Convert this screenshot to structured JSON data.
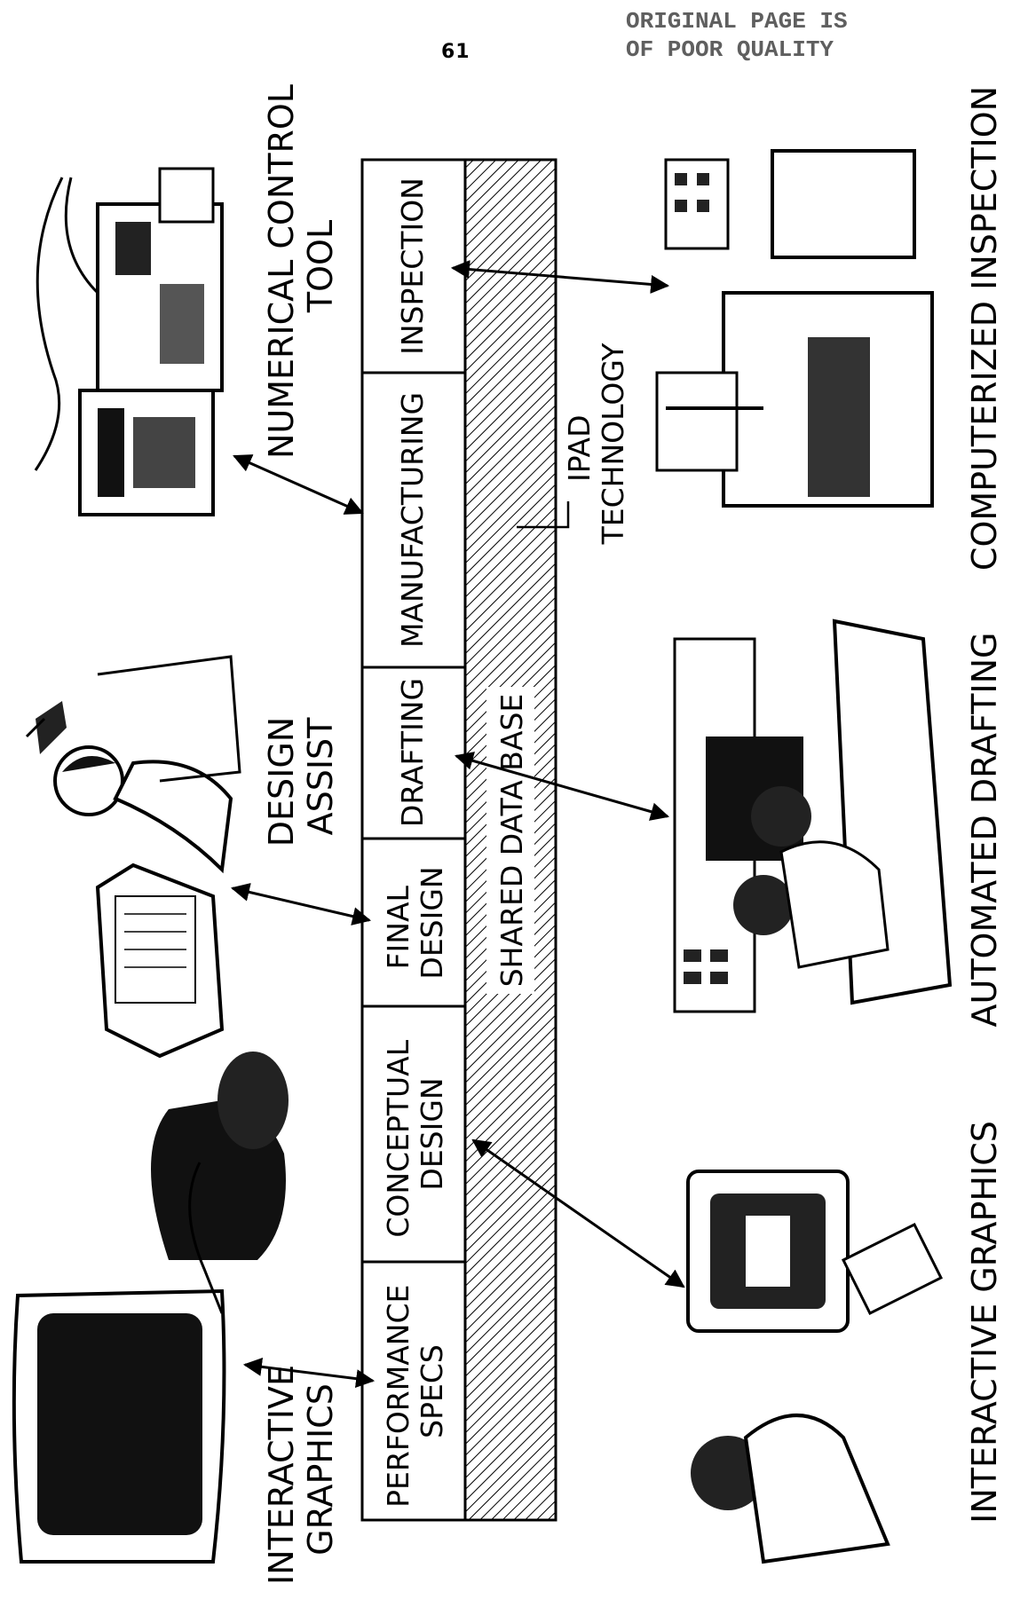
{
  "page_number": "61",
  "stamp": {
    "line1": "ORIGINAL PAGE IS",
    "line2": "OF POOR QUALITY"
  },
  "stages": [
    {
      "line1": "PERFORMANCE",
      "line2": "SPECS"
    },
    {
      "line1": "CONCEPTUAL",
      "line2": "DESIGN"
    },
    {
      "line1": "FINAL",
      "line2": "DESIGN"
    },
    {
      "line1": "DRAFTING",
      "line2": ""
    },
    {
      "line1": "MANUFACTURING",
      "line2": ""
    },
    {
      "line1": "INSPECTION",
      "line2": ""
    }
  ],
  "database_label": "SHARED DATA BASE",
  "ipad_label": {
    "line1": "IPAD",
    "line2": "TECHNOLOGY"
  },
  "upper_captions": {
    "interactive_graphics": {
      "line1": "INTERACTIVE",
      "line2": "GRAPHICS"
    },
    "design_assist": {
      "line1": "DESIGN",
      "line2": "ASSIST"
    },
    "numerical_control": {
      "line1": "NUMERICAL CONTROL",
      "line2": "TOOL"
    }
  },
  "lower_captions": {
    "interactive_graphics": "INTERACTIVE GRAPHICS",
    "automated_drafting": "AUTOMATED DRAFTING",
    "computerized_inspection": "COMPUTERIZED INSPECTION"
  },
  "illustration_names": [
    "crt-terminal-illustration",
    "designer-terminal-illustration",
    "nc-machine-tool-illustration",
    "graphics-workstation-illustration",
    "drafting-plotter-illustration",
    "inspection-machine-illustration"
  ]
}
